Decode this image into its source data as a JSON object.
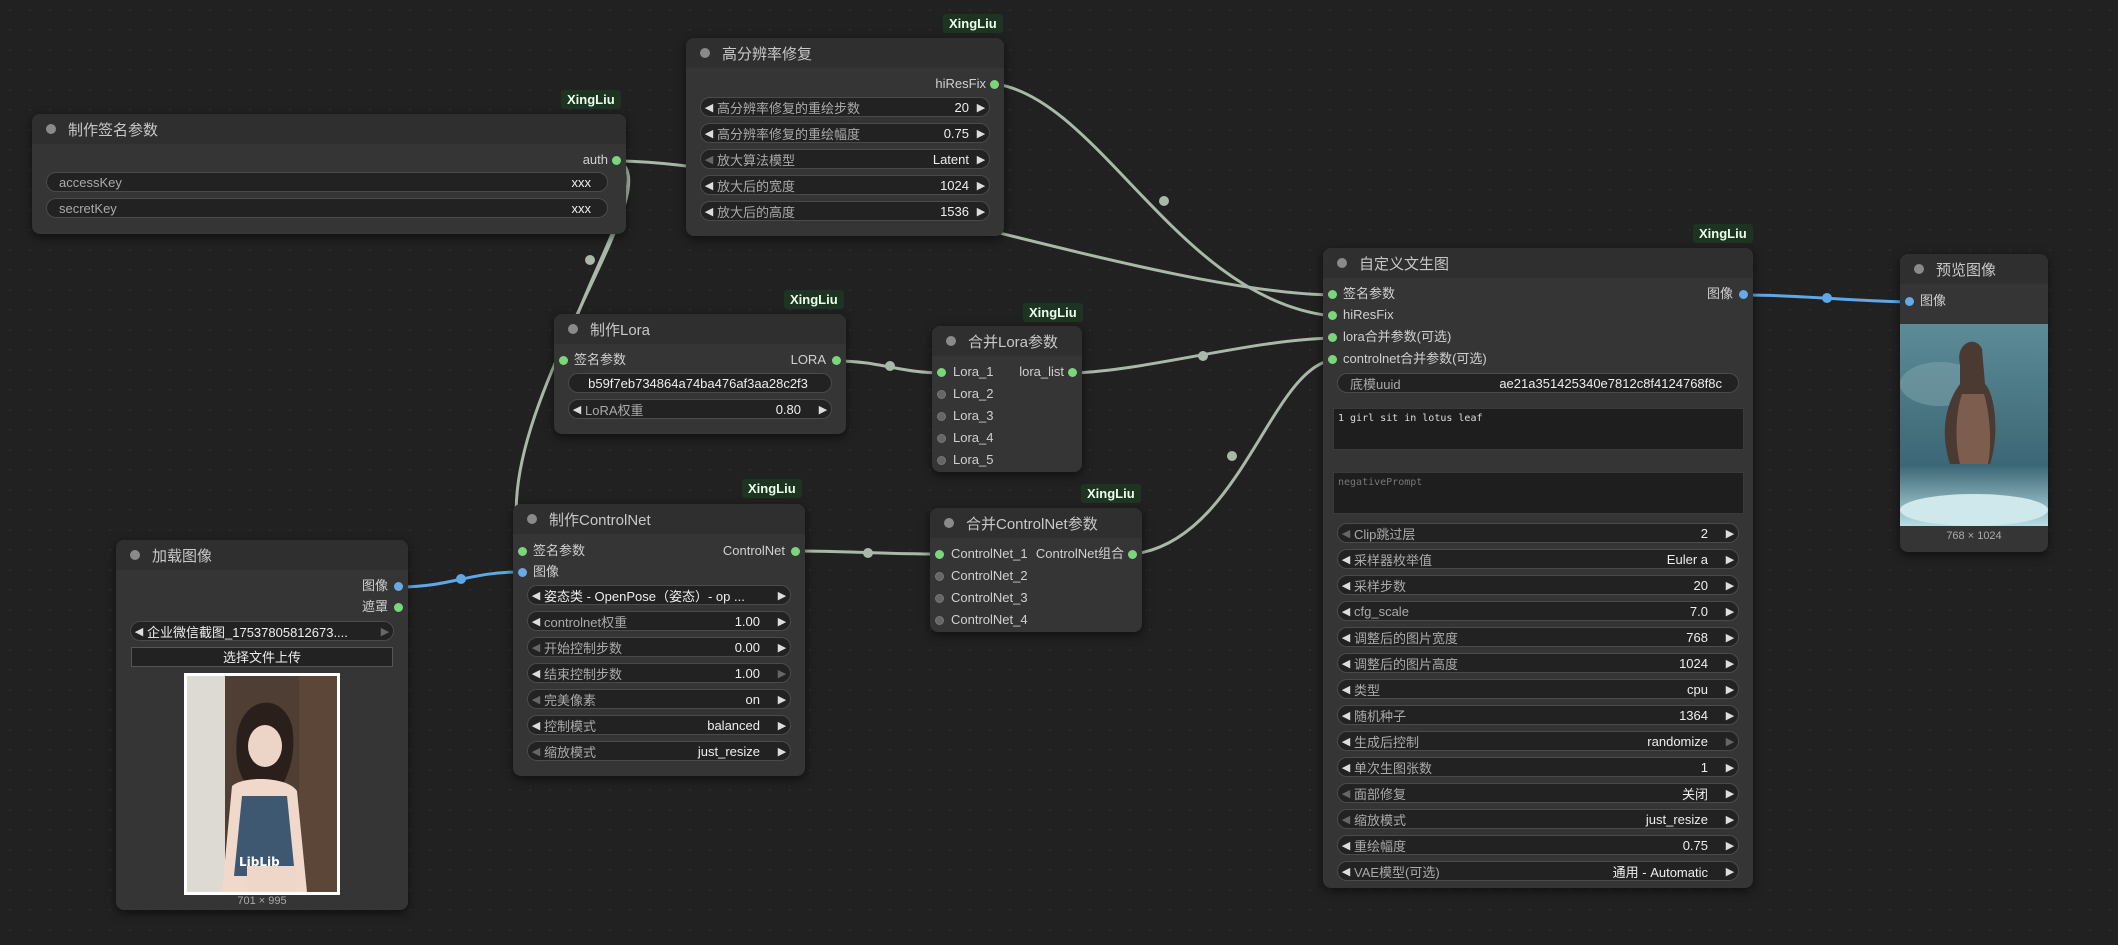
{
  "badge": "XingLiu",
  "sign": {
    "title": "制作签名参数",
    "out": "auth",
    "access_label": "accessKey",
    "access_value": "xxx",
    "secret_label": "secretKey",
    "secret_value": "xxx"
  },
  "hires": {
    "title": "高分辨率修复",
    "out": "hiResFix",
    "widgets": [
      {
        "label": "高分辨率修复的重绘步数",
        "value": "20"
      },
      {
        "label": "高分辨率修复的重绘幅度",
        "value": "0.75"
      },
      {
        "label": "放大算法模型",
        "value": "Latent"
      },
      {
        "label": "放大后的宽度",
        "value": "1024"
      },
      {
        "label": "放大后的高度",
        "value": "1536"
      }
    ]
  },
  "lora": {
    "title": "制作Lora",
    "in": "签名参数",
    "out": "LORA",
    "id_value": "b59f7eb734864a74ba476af3aa28c2f3",
    "weight_label": "LoRA权重",
    "weight_value": "0.80"
  },
  "lora_merge": {
    "title": "合并Lora参数",
    "out": "lora_list",
    "inputs": [
      "Lora_1",
      "Lora_2",
      "Lora_3",
      "Lora_4",
      "Lora_5"
    ]
  },
  "controlnet": {
    "title": "制作ControlNet",
    "in1": "签名参数",
    "in2": "图像",
    "out": "ControlNet",
    "widgets": [
      {
        "label": "姿态类 - OpenPose（姿态）- op ...",
        "value": ""
      },
      {
        "label": "controlnet权重",
        "value": "1.00"
      },
      {
        "label": "开始控制步数",
        "value": "0.00"
      },
      {
        "label": "结束控制步数",
        "value": "1.00"
      },
      {
        "label": "完美像素",
        "value": "on"
      },
      {
        "label": "控制模式",
        "value": "balanced"
      },
      {
        "label": "缩放模式",
        "value": "just_resize"
      }
    ]
  },
  "cn_merge": {
    "title": "合并ControlNet参数",
    "out": "ControlNet组合",
    "inputs": [
      "ControlNet_1",
      "ControlNet_2",
      "ControlNet_3",
      "ControlNet_4"
    ]
  },
  "load": {
    "title": "加载图像",
    "out1": "图像",
    "out2": "遮罩",
    "file": "企业微信截图_17537805812673....",
    "upload": "选择文件上传",
    "size": "701 × 995"
  },
  "t2i": {
    "title": "自定义文生图",
    "inputs": [
      "签名参数",
      "hiResFix",
      "lora合并参数(可选)",
      "controlnet合并参数(可选)"
    ],
    "out": "图像",
    "uuid_label": "底模uuid",
    "uuid_value": "ae21a351425340e7812c8f4124768f8c",
    "prompt": "1 girl sit in lotus leaf",
    "neg_placeholder": "negativePrompt",
    "widgets": [
      {
        "label": "Clip跳过层",
        "value": "2"
      },
      {
        "label": "采样器枚举值",
        "value": "Euler a"
      },
      {
        "label": "采样步数",
        "value": "20"
      },
      {
        "label": "cfg_scale",
        "value": "7.0"
      },
      {
        "label": "调整后的图片宽度",
        "value": "768"
      },
      {
        "label": "调整后的图片高度",
        "value": "1024"
      },
      {
        "label": "类型",
        "value": "cpu"
      },
      {
        "label": "随机种子",
        "value": "1364"
      },
      {
        "label": "生成后控制",
        "value": "randomize"
      },
      {
        "label": "单次生图张数",
        "value": "1"
      },
      {
        "label": "面部修复",
        "value": "关闭"
      },
      {
        "label": "缩放模式",
        "value": "just_resize"
      },
      {
        "label": "重绘幅度",
        "value": "0.75"
      },
      {
        "label": "VAE模型(可选)",
        "value": "通用 - Automatic"
      }
    ]
  },
  "preview": {
    "title": "预览图像",
    "in": "图像",
    "size": "768 × 1024"
  },
  "colors": {
    "link": "#a9b8a9",
    "image_link": "#5fa8e8",
    "badge_bg": "#1f3323"
  }
}
